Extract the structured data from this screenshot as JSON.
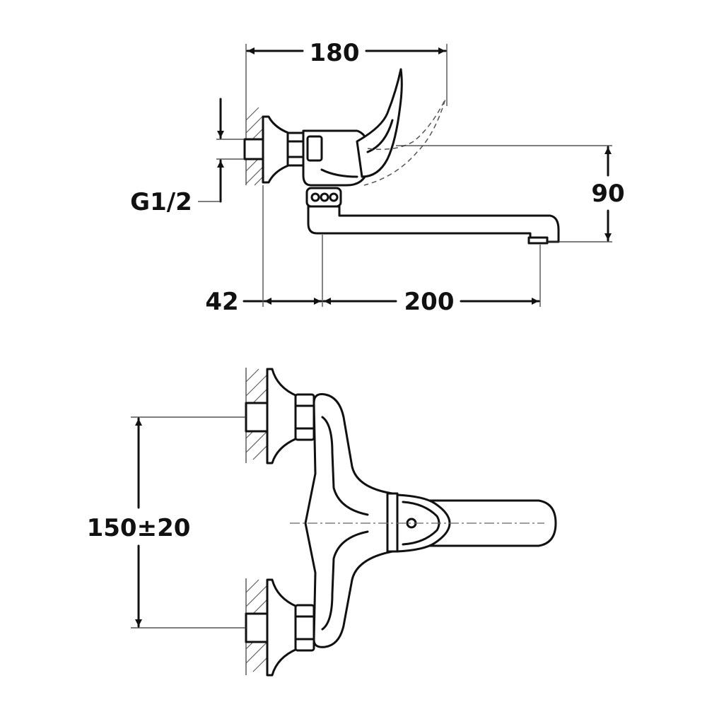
{
  "dimensions": {
    "width_overall": "180",
    "height_handle": "90",
    "thread": "G1/2",
    "depth_wall": "42",
    "spout_reach": "200",
    "center_distance": "150±20"
  }
}
